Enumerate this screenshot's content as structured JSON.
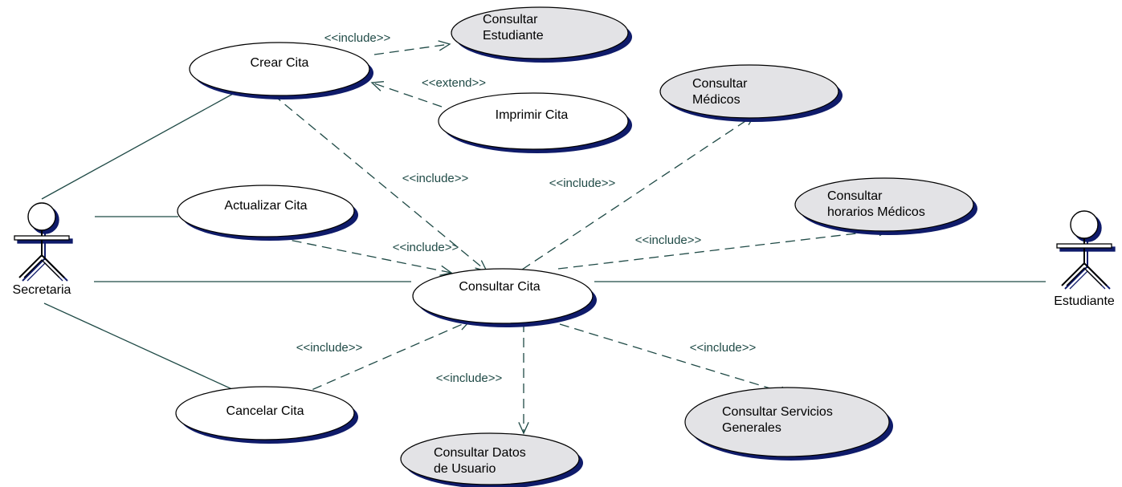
{
  "use_cases": [
    {
      "id": "crear",
      "lines": [
        "Crear Cita"
      ],
      "shaded": false
    },
    {
      "id": "consultar-estudiante",
      "lines": [
        "Consultar",
        "Estudiante"
      ],
      "shaded": true
    },
    {
      "id": "imprimir",
      "lines": [
        "Imprimir Cita"
      ],
      "shaded": false
    },
    {
      "id": "consultar-medicos",
      "lines": [
        "Consultar",
        "Médicos"
      ],
      "shaded": true
    },
    {
      "id": "actualizar",
      "lines": [
        "Actualizar Cita"
      ],
      "shaded": false
    },
    {
      "id": "consultar-horarios",
      "lines": [
        "Consultar",
        "horarios Médicos"
      ],
      "shaded": true
    },
    {
      "id": "consultar-cita",
      "lines": [
        "Consultar Cita"
      ],
      "shaded": false
    },
    {
      "id": "cancelar",
      "lines": [
        "Cancelar Cita"
      ],
      "shaded": false
    },
    {
      "id": "consultar-servicios",
      "lines": [
        "Consultar Servicios",
        "Generales"
      ],
      "shaded": true
    },
    {
      "id": "consultar-datos",
      "lines": [
        "Consultar Datos",
        "de Usuario"
      ],
      "shaded": true
    }
  ],
  "actors": [
    {
      "id": "secretaria",
      "name": "Secretaria"
    },
    {
      "id": "estudiante",
      "name": "Estudiante"
    }
  ],
  "relations": [
    {
      "id": "inc-crear-estudiante",
      "from": "crear",
      "to": "consultar-estudiante",
      "label": "<<include>>"
    },
    {
      "id": "ext-imprimir-crear",
      "from": "imprimir",
      "to": "crear",
      "label": "<<extend>>"
    },
    {
      "id": "inc-crear-cita",
      "from": "crear",
      "to": "consultar-cita",
      "label": "<<include>>"
    },
    {
      "id": "inc-cita-medicos",
      "from": "consultar-cita",
      "to": "consultar-medicos",
      "label": "<<include>>"
    },
    {
      "id": "inc-actualizar-cita",
      "from": "actualizar",
      "to": "consultar-cita",
      "label": "<<include>>"
    },
    {
      "id": "inc-cita-horarios",
      "from": "consultar-cita",
      "to": "consultar-horarios",
      "label": "<<include>>"
    },
    {
      "id": "inc-cancelar-cita",
      "from": "cancelar",
      "to": "consultar-cita",
      "label": "<<include>>"
    },
    {
      "id": "inc-cita-datos",
      "from": "consultar-cita",
      "to": "consultar-datos",
      "label": "<<include>>"
    },
    {
      "id": "inc-cita-servicios",
      "from": "consultar-cita",
      "to": "consultar-servicios",
      "label": "<<include>>"
    }
  ],
  "associations": [
    {
      "actor": "secretaria",
      "use_case": "crear"
    },
    {
      "actor": "secretaria",
      "use_case": "actualizar"
    },
    {
      "actor": "secretaria",
      "use_case": "consultar-cita"
    },
    {
      "actor": "secretaria",
      "use_case": "cancelar"
    },
    {
      "actor": "estudiante",
      "use_case": "consultar-cita"
    }
  ],
  "colors": {
    "line": "#1f4a46",
    "shaded_fill": "#e3e3e6",
    "plain_fill": "#ffffff",
    "shadow": "#0f1b6a"
  }
}
